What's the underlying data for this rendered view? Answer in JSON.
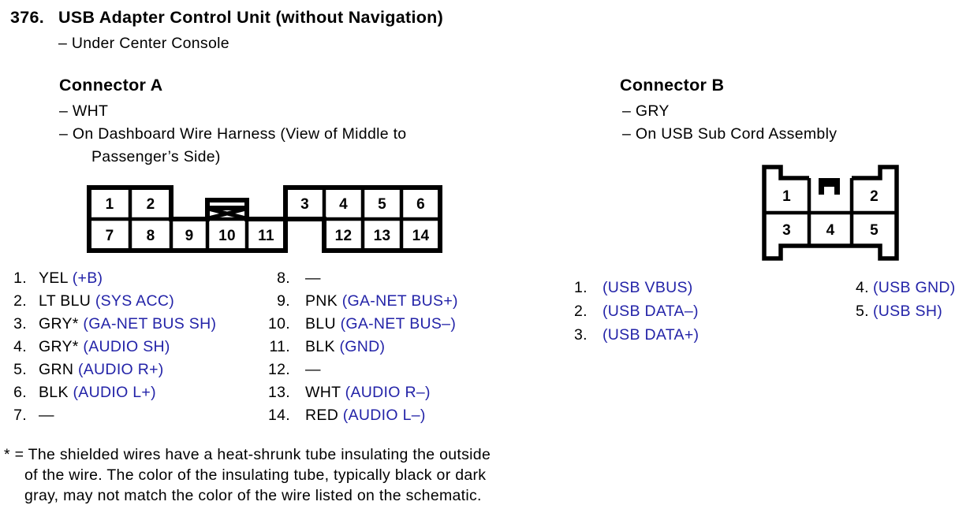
{
  "page": {
    "item_number": "376.",
    "title": "USB Adapter Control Unit (without Navigation)",
    "location": "– Under Center Console"
  },
  "colors": {
    "signal_text_blue": "#2323a8",
    "body_text": "#000000",
    "diagram_lines": "#000000"
  },
  "connector_a": {
    "heading": "Connector A",
    "wire_color": "– WHT",
    "location_line1": "– On Dashboard Wire Harness (View of Middle to",
    "location_line2": "Passenger’s Side)",
    "diagram": {
      "top_row": [
        "1",
        "2",
        "3",
        "4",
        "5",
        "6"
      ],
      "bottom_row": [
        "7",
        "8",
        "9",
        "10",
        "11",
        "12",
        "13",
        "14"
      ],
      "blocked_cavity_marker": "crossed-box keyway above cavity 10"
    },
    "pins_left": [
      {
        "num": "1.",
        "color": "YEL",
        "signal": "(+B)"
      },
      {
        "num": "2.",
        "color": "LT BLU",
        "signal": "(SYS ACC)"
      },
      {
        "num": "3.",
        "color": "GRY*",
        "signal": "(GA-NET BUS SH)"
      },
      {
        "num": "4.",
        "color": "GRY*",
        "signal": "(AUDIO SH)"
      },
      {
        "num": "5.",
        "color": "GRN",
        "signal": "(AUDIO R+)"
      },
      {
        "num": "6.",
        "color": "BLK",
        "signal": "(AUDIO L+)"
      },
      {
        "num": "7.",
        "color": "—",
        "signal": ""
      }
    ],
    "pins_right": [
      {
        "num": "8.",
        "color": "—",
        "signal": ""
      },
      {
        "num": "9.",
        "color": "PNK",
        "signal": "(GA-NET BUS+)"
      },
      {
        "num": "10.",
        "color": "BLU",
        "signal": "(GA-NET BUS–)"
      },
      {
        "num": "11.",
        "color": "BLK",
        "signal": "(GND)"
      },
      {
        "num": "12.",
        "color": "—",
        "signal": ""
      },
      {
        "num": "13.",
        "color": "WHT",
        "signal": "(AUDIO R–)"
      },
      {
        "num": "14.",
        "color": "RED",
        "signal": "(AUDIO L–)"
      }
    ]
  },
  "connector_b": {
    "heading": "Connector B",
    "wire_color": "– GRY",
    "location_line1": "– On USB Sub Cord Assembly",
    "diagram": {
      "top_row": [
        "1",
        "2"
      ],
      "bottom_row": [
        "3",
        "4",
        "5"
      ],
      "key_tab_marker": "black latch tab with notch at top center"
    },
    "pins_left": [
      {
        "num": "1.",
        "signal": "(USB VBUS)"
      },
      {
        "num": "2.",
        "signal": "(USB DATA–)"
      },
      {
        "num": "3.",
        "signal": "(USB DATA+)"
      }
    ],
    "pins_right": [
      {
        "num": "4.",
        "signal": "(USB GND)"
      },
      {
        "num": "5.",
        "signal": "(USB SH)"
      }
    ]
  },
  "footnote": {
    "line1": "* = The shielded wires have a heat-shrunk tube insulating the outside",
    "line2": "of the wire. The color of the insulating tube, typically black or dark",
    "line3": "gray, may not match the color of the wire listed on the schematic."
  }
}
